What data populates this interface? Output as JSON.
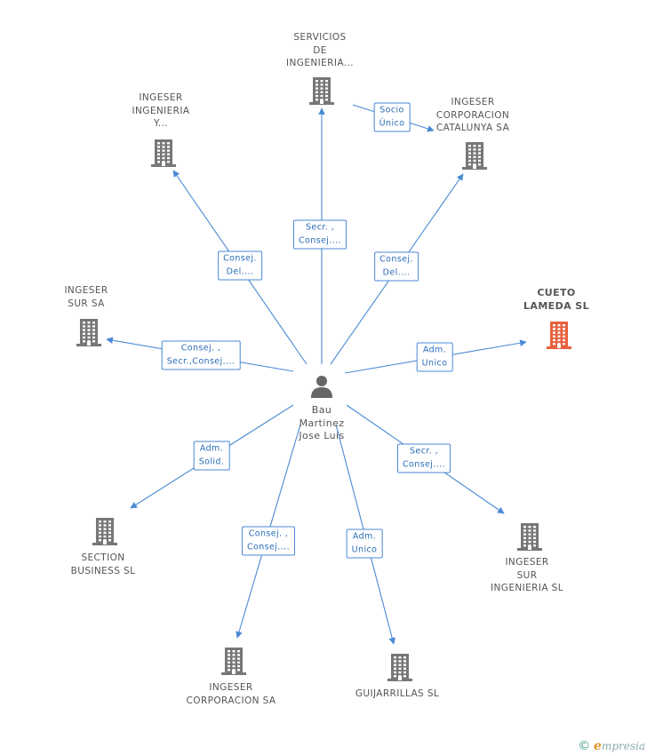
{
  "center": {
    "label": "Bau\nMartinez\nJose Luis",
    "icon": "person-icon"
  },
  "companies": [
    {
      "key": "servicios",
      "label": "SERVICIOS\nDE\nINGENIERIA...",
      "focus": false,
      "icon": "building-icon"
    },
    {
      "key": "ingenieria_y",
      "label": "INGESER\nINGENIERIA\nY...",
      "focus": false,
      "icon": "building-icon"
    },
    {
      "key": "catalunya",
      "label": "INGESER\nCORPORACION\nCATALUNYA SA",
      "focus": false,
      "icon": "building-icon"
    },
    {
      "key": "sur_sa",
      "label": "INGESER\nSUR SA",
      "focus": false,
      "icon": "building-icon"
    },
    {
      "key": "cueto",
      "label": "CUETO\nLAMEDA SL",
      "focus": true,
      "icon": "building-icon"
    },
    {
      "key": "section",
      "label": "SECTION\nBUSINESS SL",
      "focus": false,
      "icon": "building-icon"
    },
    {
      "key": "sur_ing",
      "label": "INGESER\nSUR\nINGENIERIA SL",
      "focus": false,
      "icon": "building-icon"
    },
    {
      "key": "corporacion",
      "label": "INGESER\nCORPORACION SA",
      "focus": false,
      "icon": "building-icon"
    },
    {
      "key": "guijarrillas",
      "label": "GUIJARRILLAS SL",
      "focus": false,
      "icon": "building-icon"
    }
  ],
  "relations": [
    {
      "key": "servicios",
      "label": "Secr. ,\nConsej...."
    },
    {
      "key": "ingenieria_y",
      "label": "Consej.\nDel...."
    },
    {
      "key": "catalunya",
      "label": "Consej.\nDel...."
    },
    {
      "key": "sur_sa",
      "label": "Consej. ,\nSecr.,Consej...."
    },
    {
      "key": "cueto",
      "label": "Adm.\nUnico"
    },
    {
      "key": "section",
      "label": "Adm.\nSolid."
    },
    {
      "key": "sur_ing",
      "label": "Secr. ,\nConsej...."
    },
    {
      "key": "corporacion",
      "label": "Consej. ,\nConsej...."
    },
    {
      "key": "guijarrillas",
      "label": "Adm.\nUnico"
    },
    {
      "key": "socio",
      "label": "Socio\nÚnico"
    }
  ],
  "colors": {
    "edge": "#4a8ad4",
    "building": "#777777",
    "focus_building": "#e8603c",
    "person": "#666666"
  },
  "footer": {
    "copyright": "©",
    "brand_initial": "e",
    "brand_rest": "mpresia"
  }
}
